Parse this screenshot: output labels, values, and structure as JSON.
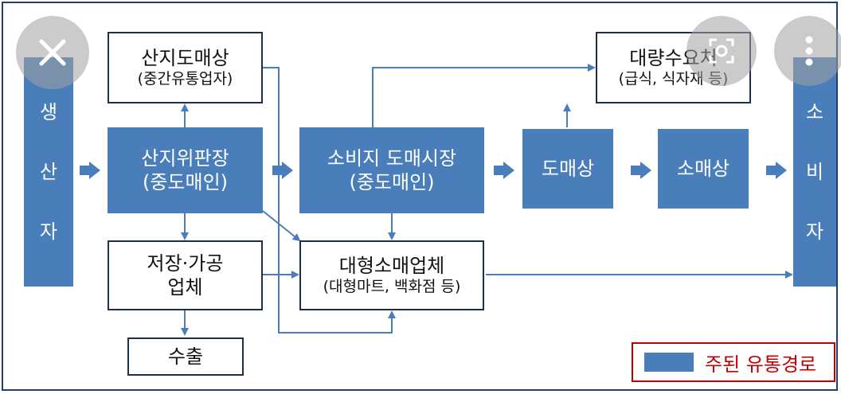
{
  "producer": [
    "생",
    "산",
    "자"
  ],
  "consumer": [
    "소",
    "비",
    "자"
  ],
  "boxes": {
    "sanji_domae": {
      "line1": "산지도매상",
      "line2": "(중간유통업자)"
    },
    "sanji_wipan": {
      "line1": "산지위판장",
      "line2": "(중도매인)"
    },
    "storage": {
      "line1": "저장·가공",
      "line2": "업체"
    },
    "export": {
      "line1": "수출"
    },
    "consumer_market": {
      "line1": "소비지 도매시장",
      "line2": "(중도매인)"
    },
    "large_retail": {
      "line1": "대형소매업체",
      "line2": "(대형마트, 백화점 등)"
    },
    "bulk_demand": {
      "line1": "대량수요처",
      "line2": "(급식, 식자재 등)"
    },
    "wholesaler": {
      "line1": "도매상"
    },
    "retailer": {
      "line1": "소매상"
    }
  },
  "legend": {
    "label": "주된 유통경로"
  },
  "colors": {
    "main_route": "#4a7ebb",
    "legend_border": "#c00000",
    "frame": "#1f3f6e"
  },
  "overlay_icons": [
    "close-icon",
    "lens-icon",
    "more-icon"
  ]
}
